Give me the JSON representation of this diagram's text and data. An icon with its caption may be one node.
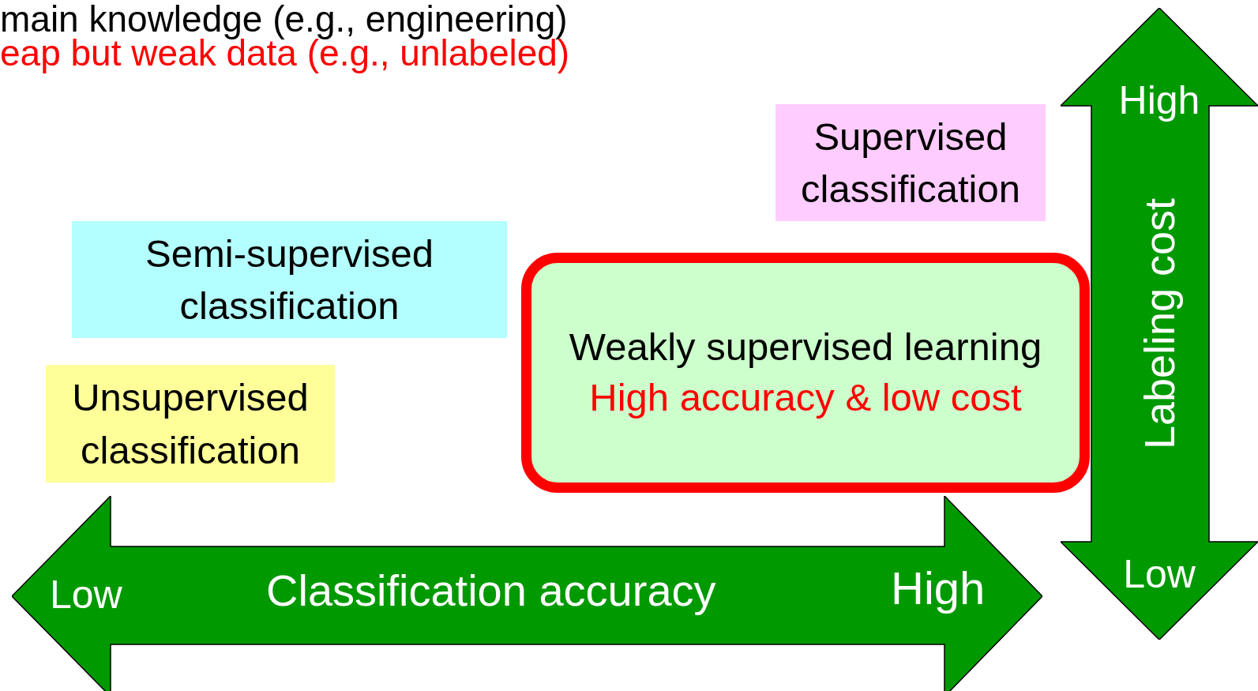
{
  "diagram": {
    "nodes": [
      {
        "text": [
          "Supervised classification"
        ]
      },
      {
        "text": [
          "Semi-supervised classification"
        ]
      },
      {
        "text": [
          "Weakly supervised learning",
          "High accuracy & low cost"
        ]
      },
      {
        "text": [
          "Unsupervised classification"
        ]
      },
      {
        "text": [
          "High",
          "Labeling cost",
          "Low"
        ]
      },
      {
        "text": [
          "Low",
          "Classification accuracy",
          "High"
        ]
      }
    ],
    "edges": [],
    "labels": [
      "main knowledge (e.g., engineering)",
      "eap but weak data (e.g., unlabeled)"
    ]
  }
}
